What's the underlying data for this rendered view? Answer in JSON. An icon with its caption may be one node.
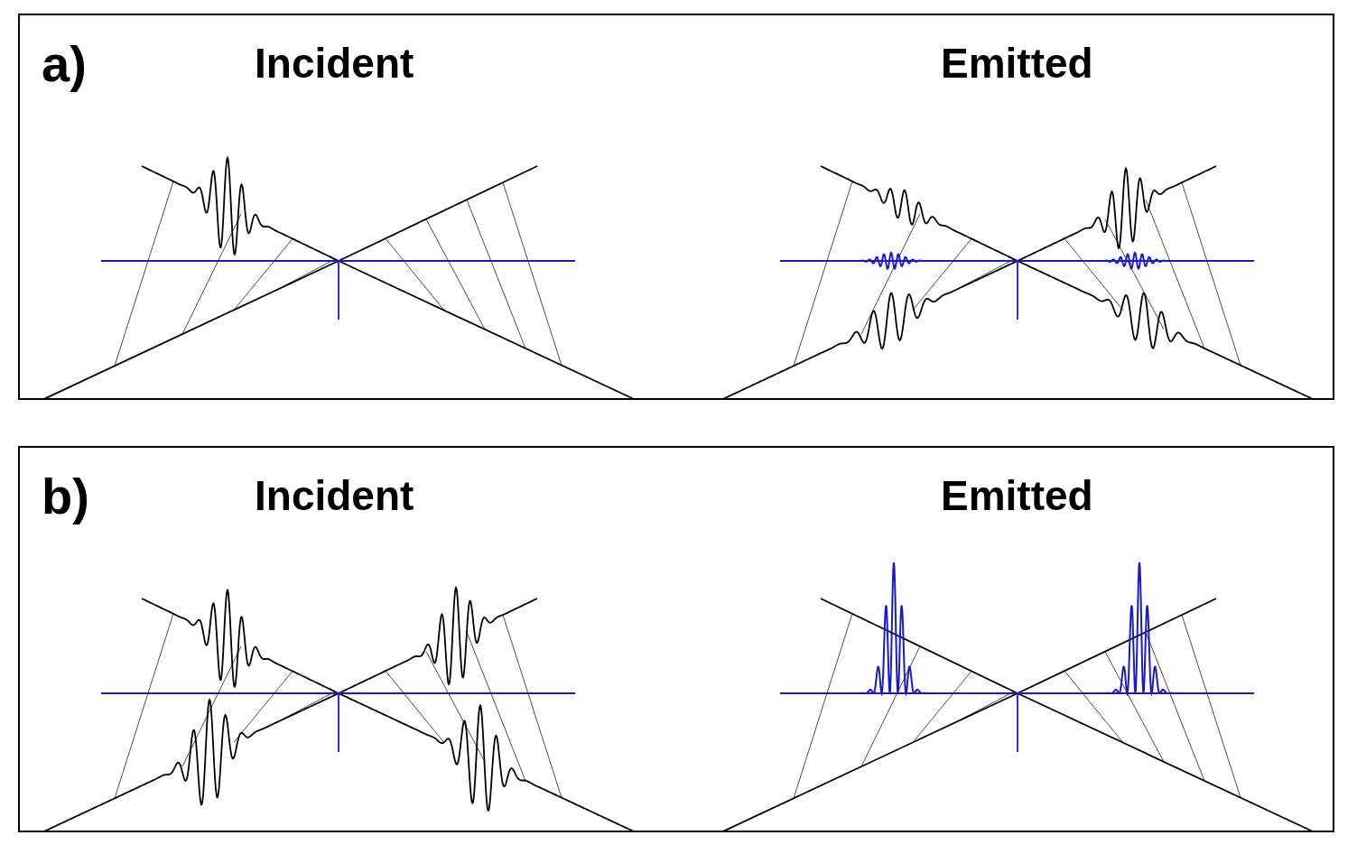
{
  "diagram": {
    "nodes": [
      {
        "text": [
          "a)",
          "Incident",
          "Emitted"
        ]
      },
      {
        "text": [
          "b)",
          "Incident",
          "Emitted"
        ]
      }
    ]
  }
}
